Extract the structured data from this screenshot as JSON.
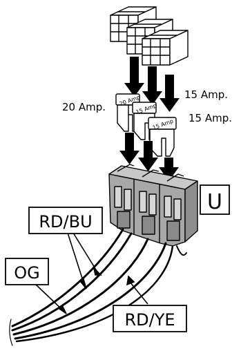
{
  "fuses": [
    {
      "label": "20 Amp.",
      "print": "20 Amp"
    },
    {
      "label": "15 Amp.",
      "print": "15 Amp"
    },
    {
      "label": "15 Amp.",
      "print": "15 Amp"
    }
  ],
  "connector_label": "U",
  "wire_labels": {
    "rd_bu": "RD/BU",
    "og": "OG",
    "rd_ye": "RD/YE"
  }
}
